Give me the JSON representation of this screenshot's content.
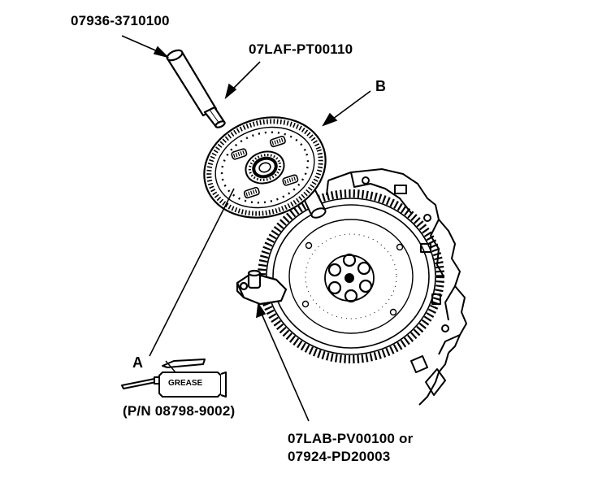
{
  "labels": {
    "tool_pilot": "07936-3710100",
    "tool_alignment": "07LAF-PT00110",
    "callout_b": "B",
    "callout_a": "A",
    "grease_tube": "GREASE",
    "grease_part_number": "(P/N 08798-9002)",
    "tool_holder_line1": "07LAB-PV00100 or",
    "tool_holder_line2": "07924-PD20003"
  },
  "colors": {
    "ink": "#000000",
    "paper": "#ffffff"
  }
}
